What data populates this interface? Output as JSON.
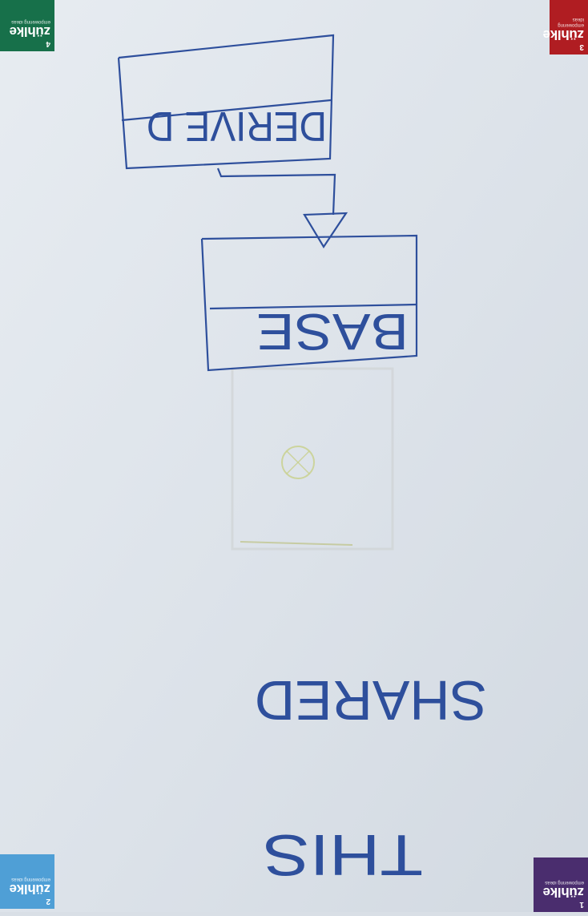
{
  "whiteboard": {
    "base_box_label": "BASE",
    "derived_box_label": "DERIVE D",
    "caption_line_1": "THIS",
    "caption_line_2": "SHARED"
  },
  "tags": [
    {
      "number": "1",
      "brand": "zühlke",
      "tagline": "empowering ideas",
      "color": "#4a2d6e"
    },
    {
      "number": "2",
      "brand": "zühlke",
      "tagline": "empowering ideas",
      "color": "#4f9fd6"
    },
    {
      "number": "3",
      "brand": "zühlke",
      "tagline": "empowering ideas",
      "color": "#b01d22"
    },
    {
      "number": "4",
      "brand": "zühlke",
      "tagline": "empowering ideas",
      "color": "#17704a"
    }
  ],
  "colors": {
    "marker_blue": "#2e4f9c",
    "board": "#d9dfe6"
  }
}
